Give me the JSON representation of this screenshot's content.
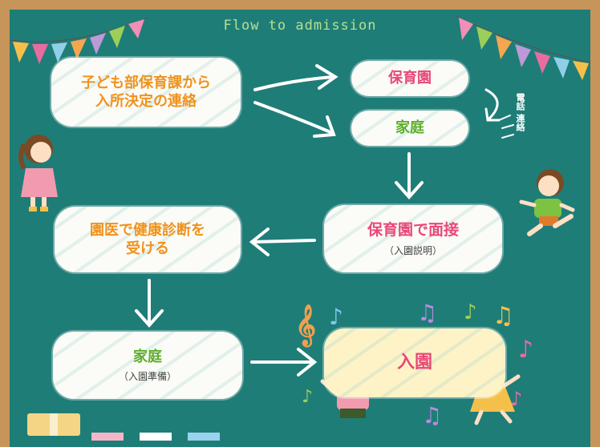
{
  "header": {
    "title": "Flow to admission"
  },
  "steps": {
    "notice": {
      "line1": "子ども部保育課から",
      "line2": "入所決定の連絡"
    },
    "nursery": {
      "label": "保育園"
    },
    "home1": {
      "label": "家庭"
    },
    "interview": {
      "label": "保育園で面接",
      "note": "（入園説明）"
    },
    "checkup": {
      "line1": "園医で健康診断を",
      "line2": "受ける"
    },
    "home2": {
      "label": "家庭",
      "note": "（入園準備）"
    },
    "admission": {
      "label": "入園"
    }
  },
  "phone_note": {
    "line1": "電話",
    "line2": "連絡"
  },
  "colors": {
    "board": "#1f7d78",
    "frame": "#c6955a",
    "title": "#b7e08f",
    "orange": "#f0931c",
    "pink": "#e9477a",
    "green": "#5cae2a",
    "admission_bg": "#fdf3c7"
  }
}
